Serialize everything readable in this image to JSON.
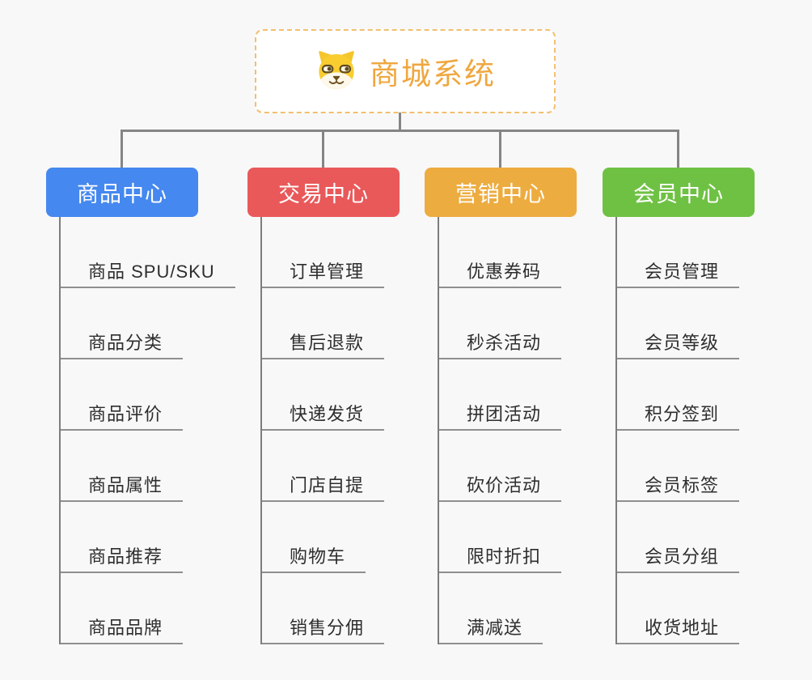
{
  "root": {
    "title": "商城系统",
    "icon": "dog-face-icon"
  },
  "branches": [
    {
      "id": "product-center",
      "label": "商品中心",
      "color": "#4588ef",
      "children": [
        "商品 SPU/SKU",
        "商品分类",
        "商品评价",
        "商品属性",
        "商品推荐",
        "商品品牌"
      ]
    },
    {
      "id": "trade-center",
      "label": "交易中心",
      "color": "#e9595a",
      "children": [
        "订单管理",
        "售后退款",
        "快递发货",
        "门店自提",
        "购物车",
        "销售分佣"
      ]
    },
    {
      "id": "marketing-center",
      "label": "营销中心",
      "color": "#edac40",
      "children": [
        "优惠券码",
        "秒杀活动",
        "拼团活动",
        "砍价活动",
        "限时折扣",
        "满减送"
      ]
    },
    {
      "id": "member-center",
      "label": "会员中心",
      "color": "#6fc144",
      "children": [
        "会员管理",
        "会员等级",
        "积分签到",
        "会员标签",
        "会员分组",
        "收货地址"
      ]
    }
  ],
  "colors": {
    "background": "#f8f8f8",
    "connector": "#858585",
    "underline": "#8f8f8f",
    "root_border": "#f2c06e",
    "root_text": "#efa73f",
    "item_text": "#2e2e2e",
    "branch_blue": "#4588ef",
    "branch_red": "#e9595a",
    "branch_orange": "#edac40",
    "branch_green": "#6fc144"
  }
}
